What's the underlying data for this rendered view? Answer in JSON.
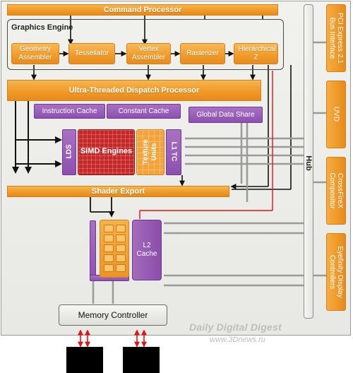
{
  "command_processor": {
    "label": "Command Processor"
  },
  "graphics_engine": {
    "title": "Graphics Engine",
    "blocks": [
      {
        "label": "Geometry Assembler"
      },
      {
        "label": "Tessellator"
      },
      {
        "label": "Vertex Assembler"
      },
      {
        "label": "Rasterizer"
      },
      {
        "label": "Hierarchical Z"
      }
    ]
  },
  "dispatch": {
    "label": "Ultra-Threaded Dispatch Processor"
  },
  "caches": {
    "instruction": "Instruction Cache",
    "constant": "Constant Cache",
    "global_data_share": "Global Data Share"
  },
  "simd_core": {
    "lds": "LDS",
    "simd": "SIMD Engines",
    "texture_units": "Texture Units",
    "l1_tc": "L1 TC"
  },
  "shader_export": {
    "label": "Shader Export"
  },
  "l2": {
    "label": "L2 Cache"
  },
  "memory_controller": {
    "label": "Memory Controller"
  },
  "hub": {
    "label": "Hub"
  },
  "side_blocks": [
    {
      "label": "PCI Express 2.1 Bus Interface"
    },
    {
      "label": "UVD"
    },
    {
      "label": "CrossFireX Compositor"
    },
    {
      "label": "Eyefinity Display Controllers"
    }
  ],
  "watermark": {
    "title": "Daily Digital Digest",
    "url": "www.3Dnews.ru"
  },
  "colors": {
    "orange": "#f09a2a",
    "purple": "#8d50b0",
    "simd_red": "#c62828",
    "line": "#111111",
    "memory_arrow": "#e01414",
    "link": "#9a9a9a"
  }
}
